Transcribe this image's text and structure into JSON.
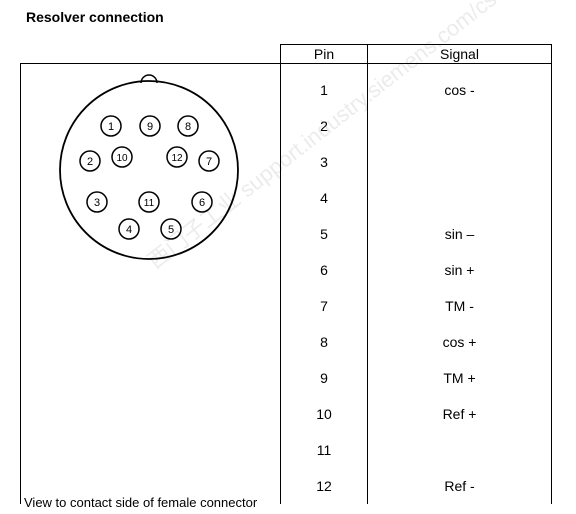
{
  "title": "Resolver connection",
  "table": {
    "headers": {
      "pin": "Pin",
      "signal": "Signal"
    },
    "rows": [
      {
        "pin": "1",
        "signal": "cos -"
      },
      {
        "pin": "2",
        "signal": ""
      },
      {
        "pin": "3",
        "signal": ""
      },
      {
        "pin": "4",
        "signal": ""
      },
      {
        "pin": "5",
        "signal": "sin –"
      },
      {
        "pin": "6",
        "signal": "sin +"
      },
      {
        "pin": "7",
        "signal": "TM -"
      },
      {
        "pin": "8",
        "signal": "cos +"
      },
      {
        "pin": "9",
        "signal": "TM +"
      },
      {
        "pin": "10",
        "signal": "Ref +"
      },
      {
        "pin": "11",
        "signal": ""
      },
      {
        "pin": "12",
        "signal": "Ref -"
      }
    ]
  },
  "connector": {
    "pin_labels": [
      "1",
      "9",
      "8",
      "2",
      "10",
      "12",
      "7",
      "3",
      "11",
      "6",
      "4",
      "5"
    ]
  },
  "watermark": "西门子工业 support.industry.siemens.com/cs",
  "caption": "View to contact side of female connector"
}
